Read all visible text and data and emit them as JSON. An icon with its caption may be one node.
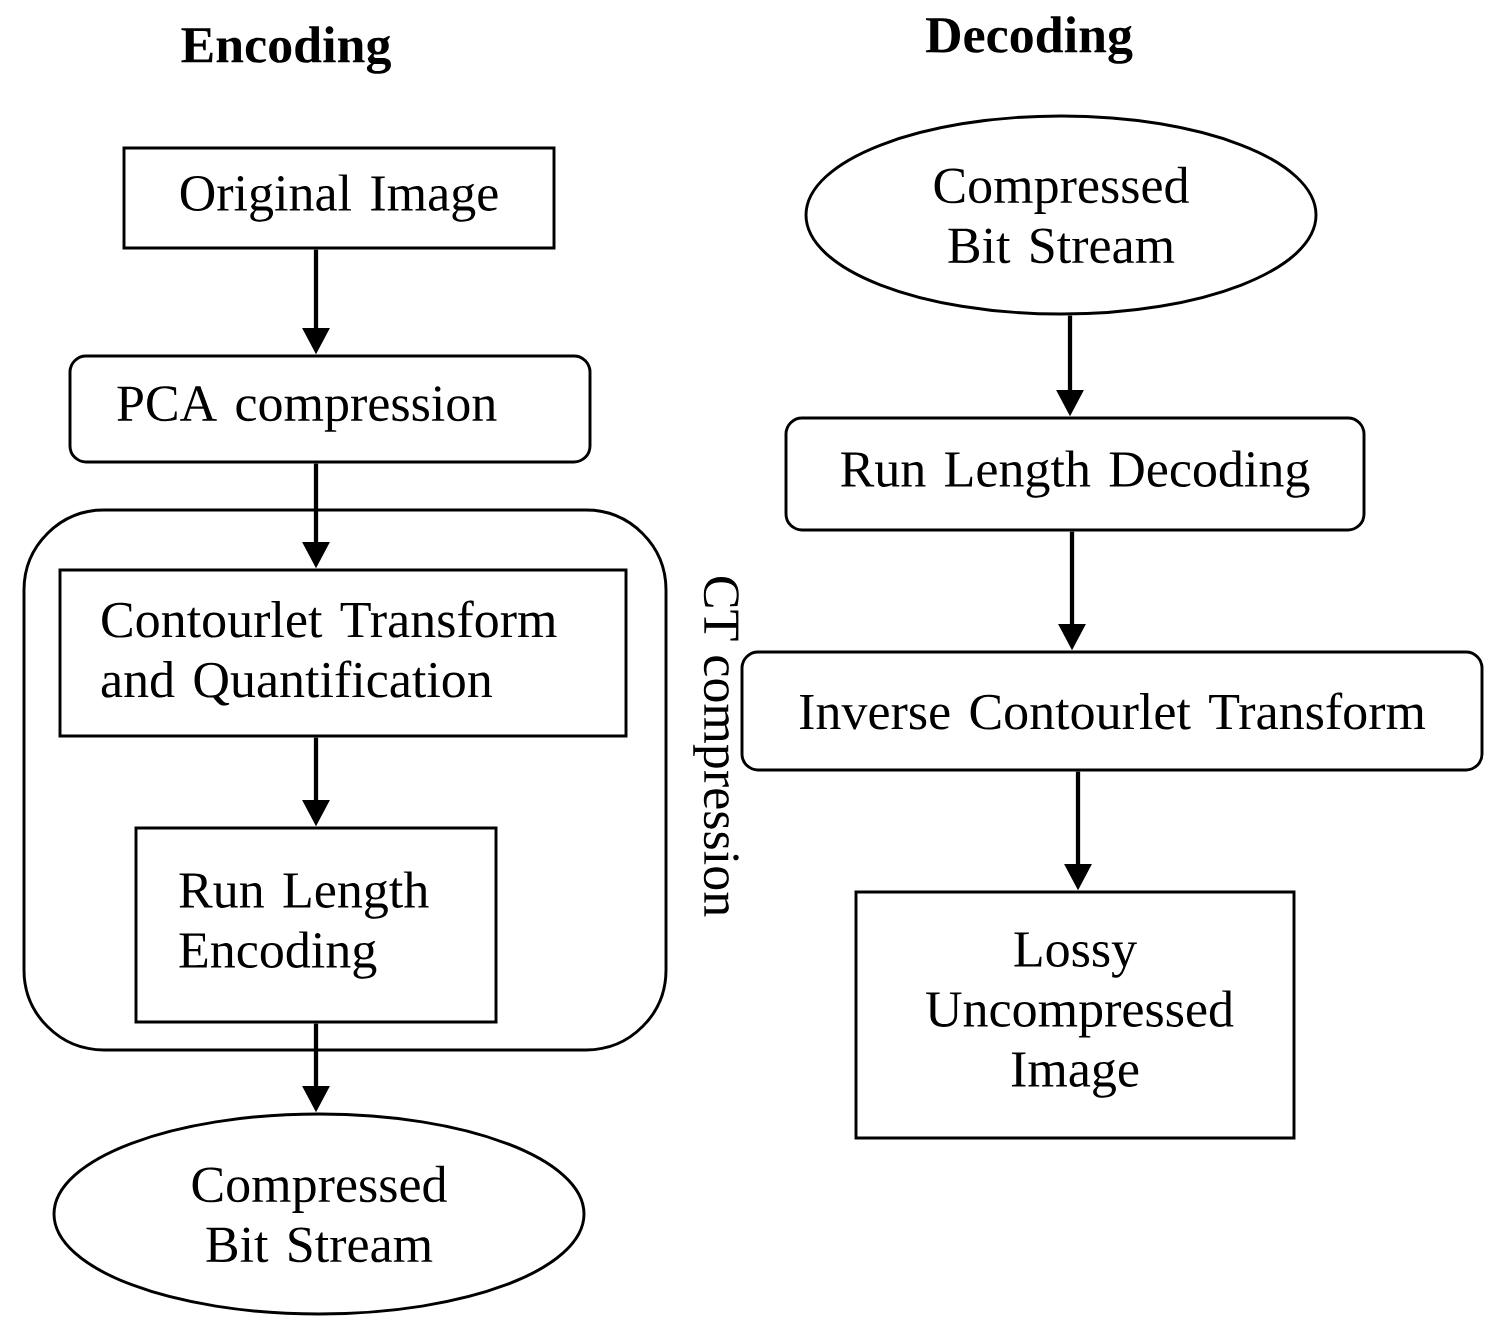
{
  "diagram": {
    "nodes": [
      {
        "text": [
          "Original Image"
        ]
      },
      {
        "text": [
          "PCA compression"
        ]
      },
      {
        "text": [
          "CT compression"
        ]
      },
      {
        "text": [
          "Contourlet Transform and Quantification"
        ],
        "in": 2
      },
      {
        "text": [
          "Run Length Encoding"
        ],
        "in": 2
      },
      {
        "text": [
          "Compressed Bit Stream"
        ]
      },
      {
        "text": [
          "Compressed Bit Stream"
        ]
      },
      {
        "text": [
          "Run Length Decoding"
        ]
      },
      {
        "text": [
          "Inverse Contourlet Transform"
        ]
      },
      {
        "text": [
          "Lossy Uncompressed Image"
        ]
      }
    ],
    "edges": [
      {
        "from": 0,
        "to": 1,
        "arrow": "to"
      },
      {
        "from": 1,
        "to": 3,
        "arrow": "to"
      },
      {
        "from": 3,
        "to": 4,
        "arrow": "to"
      },
      {
        "from": 4,
        "to": 5,
        "arrow": "to"
      },
      {
        "from": 6,
        "to": 7,
        "arrow": "to"
      },
      {
        "from": 7,
        "to": 8,
        "arrow": "to"
      },
      {
        "from": 8,
        "to": 9,
        "arrow": "to"
      }
    ],
    "labels": [
      "Encoding",
      "Decoding"
    ]
  }
}
